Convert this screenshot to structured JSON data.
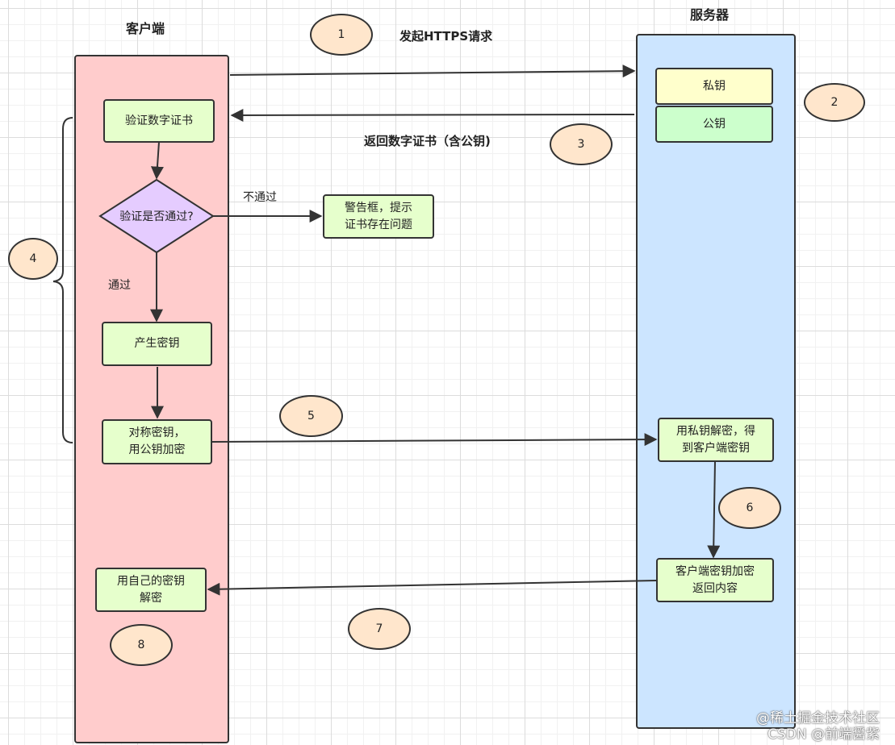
{
  "client": {
    "title": "客户端"
  },
  "server": {
    "title": "服务器"
  },
  "edges": {
    "request": "发起HTTPS请求",
    "return_cert": "返回数字证书（含公钥)",
    "fail": "不通过",
    "pass": "通过"
  },
  "nodes": {
    "verify_cert": "验证数字证书",
    "verify_question": "验证是否通过?",
    "warning": "警告框，提示\n证书存在问题",
    "gen_key": "产生密钥",
    "sym_key": "对称密钥，\n用公钥加密",
    "decrypt_self": "用自己的密钥\n解密",
    "private_key": "私钥",
    "public_key": "公钥",
    "server_decrypt": "用私钥解密，得\n到客户端密钥",
    "server_encrypt": "客户端密钥加密\n返回内容"
  },
  "steps": [
    "1",
    "2",
    "3",
    "4",
    "5",
    "6",
    "7",
    "8"
  ],
  "watermark": {
    "line1": "@稀土掘金技术社区",
    "line2": "CSDN @前端醤紫"
  },
  "colors": {
    "client_lane": "#ffcccc",
    "server_lane": "#cce5ff",
    "process_box": "#e6ffcc",
    "decision": "#e5ccff",
    "private_key_box": "#ffffcc",
    "public_key_box": "#ccffcc",
    "step_oval": "#ffe6cc",
    "stroke": "#333333"
  }
}
